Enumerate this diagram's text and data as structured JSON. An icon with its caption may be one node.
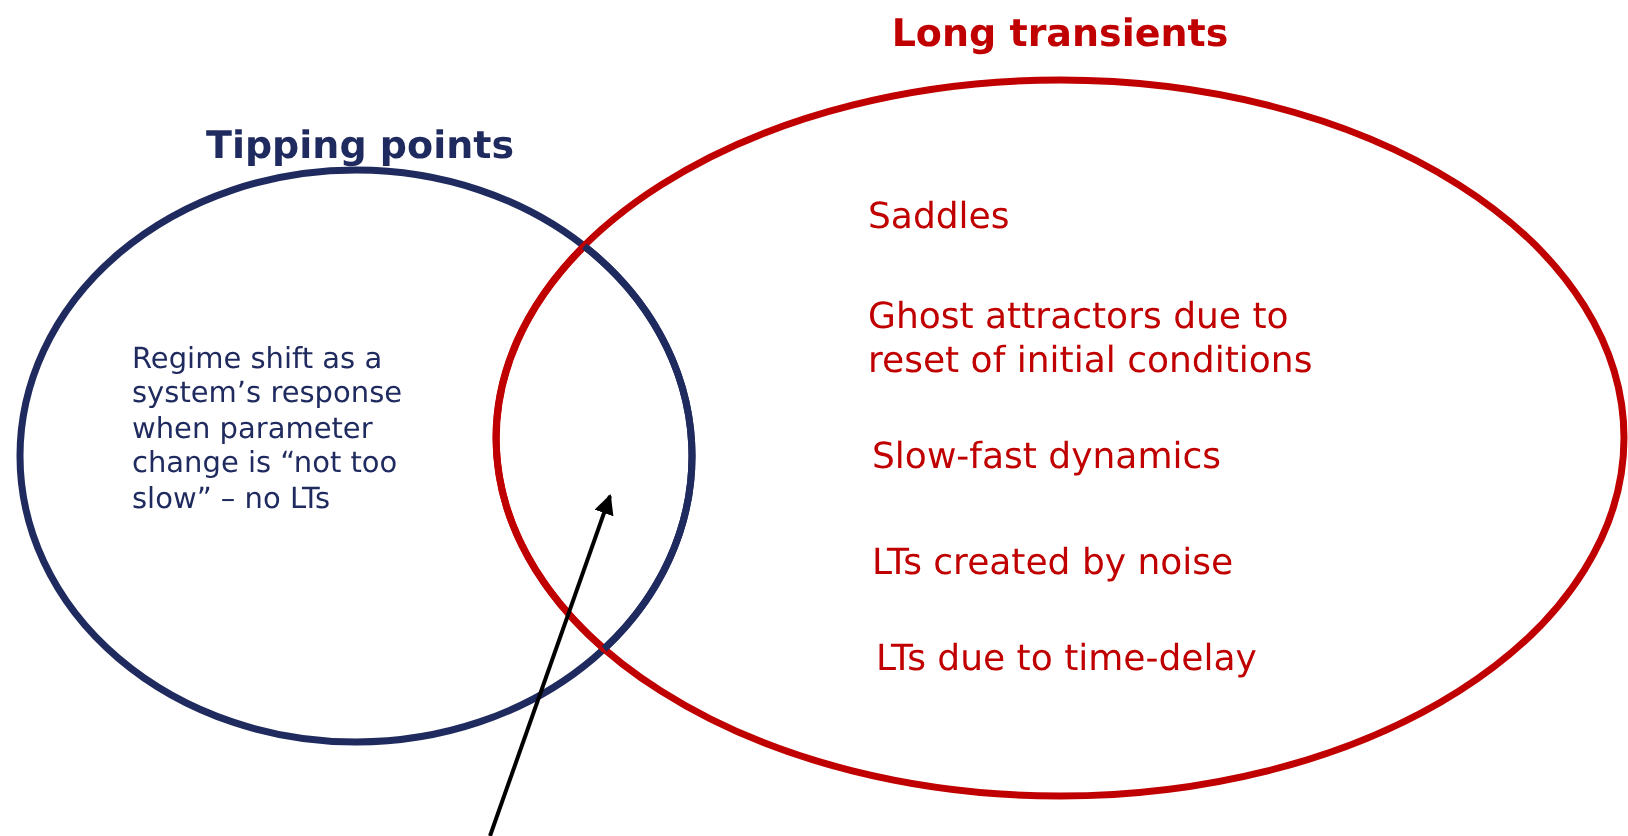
{
  "diagram": {
    "nodes": [
      {
        "text": [
          "Tipping points",
          "Regime shift as a system’s response when parameter change is “not too slow” – no LTs"
        ]
      },
      {
        "text": [
          "Long transients",
          "Saddles",
          "Ghost attractors due to reset of initial conditions",
          "Slow-fast dynamics",
          "LTs created by noise",
          "LTs due to time-delay"
        ]
      },
      {
        "text": [],
        "shape": "lens"
      }
    ],
    "edges": [
      {
        "from": null,
        "to": 2,
        "arrow": "to"
      }
    ]
  }
}
